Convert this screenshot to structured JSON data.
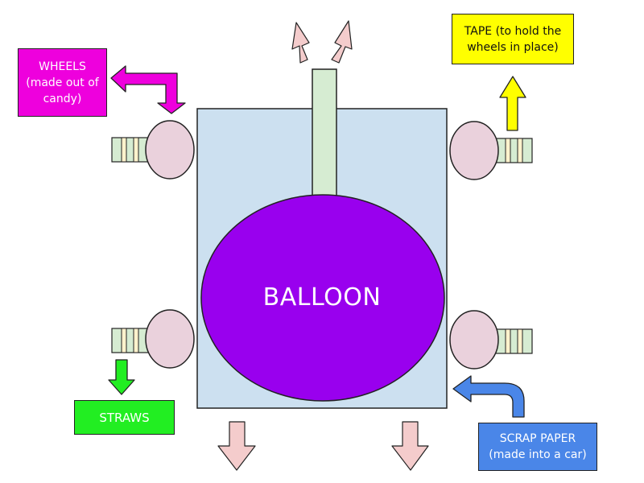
{
  "labels": {
    "wheels": {
      "line1": "WHEELS",
      "line2": "(made out of",
      "line3": "candy)"
    },
    "tape": {
      "line1": "TAPE (to hold the",
      "line2": "wheels in place)"
    },
    "straws": {
      "line1": "STRAWS"
    },
    "scrap_paper": {
      "line1": "SCRAP PAPER",
      "line2": "(made into a car)"
    },
    "balloon": "BALLOON"
  },
  "colors": {
    "car_body": "#cce0f0",
    "balloon": "#9900ee",
    "straw": "#d6ecd2",
    "straw_band": "#fff2cc",
    "wheel": "#ead1dc",
    "wheels_label": "#ee00dd",
    "tape_label": "#ffff00",
    "straws_label": "#22ee22",
    "scrap_label": "#4a86e8",
    "air_arrow": "#f4cccc"
  },
  "icons": [
    "air-out-arrow-icon",
    "wheels-pointer-arrow-icon",
    "tape-pointer-arrow-icon",
    "straws-pointer-arrow-icon",
    "scrap-paper-pointer-arrow-icon",
    "motion-arrow-icon"
  ]
}
